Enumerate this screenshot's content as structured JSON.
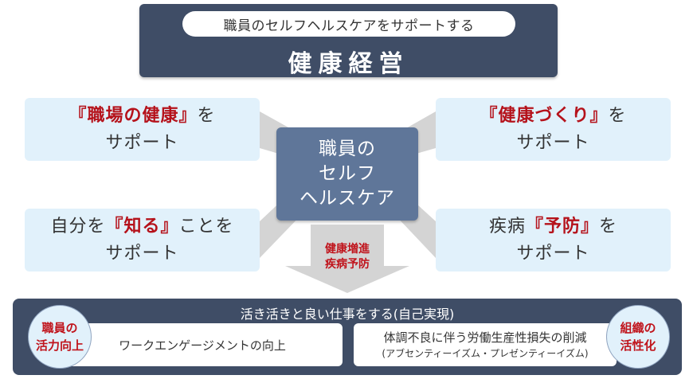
{
  "top_banner": {
    "subtitle": "職員のセルフヘルスケアをサポートする",
    "title": "健康経営"
  },
  "corners": {
    "top_left": {
      "pre": "『職場の健康』",
      "emph": "",
      "post": "を",
      "line2": "サポート"
    },
    "top_right": {
      "pre": "『健康づくり』",
      "emph": "",
      "post": "を",
      "line2": "サポート"
    },
    "bottom_left": {
      "pre": "自分を",
      "emph": "『知る』",
      "post": "ことを",
      "line2": "サポート"
    },
    "bottom_right": {
      "pre": "疾病",
      "emph": "『予防』",
      "post": "を",
      "line2": "サポート"
    }
  },
  "center": {
    "line1": "職員の",
    "line2": "セルフ",
    "line3": "ヘルスケア"
  },
  "arrow": {
    "line1": "健康増進",
    "line2": "疾病予防"
  },
  "bottom_banner": {
    "title": "活き活きと良い仕事をする(自己実現)",
    "left_circle": {
      "line1": "職員の",
      "line2": "活力向上"
    },
    "left_card": "ワークエンゲージメントの向上",
    "right_card_main": "体調不良に伴う労働生産性損失の削減",
    "right_card_sub": "(アブセンティーイズム・プレゼンティーイズム)",
    "right_circle": {
      "line1": "組織の",
      "line2": "活性化"
    }
  },
  "colors": {
    "navy": "#3f4d66",
    "slate_blue": "#5f7699",
    "light_blue": "#e1f1fb",
    "accent_red": "#b5121b",
    "connector_gray": "#d4d4d4"
  }
}
